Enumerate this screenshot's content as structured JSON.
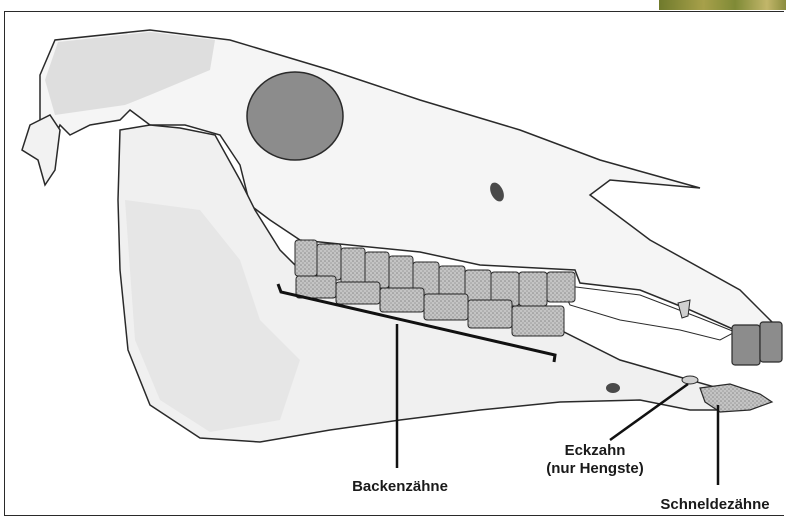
{
  "labels": {
    "cheek_teeth": "Backenzähne",
    "canine_line1": "Eckzahn",
    "canine_line2": "(nur Hengste)",
    "incisors": "Schneldezähne"
  },
  "colors": {
    "bone_fill": "#f5f5f5",
    "outline": "#2a2a2a",
    "shading": "#d9d9d9",
    "orbit": "#8c8c8c",
    "teeth": "#b8b8b8",
    "corner_photo": "#8b8d3e"
  }
}
